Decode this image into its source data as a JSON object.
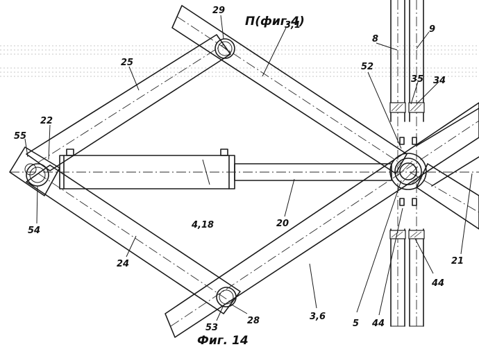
{
  "header": {
    "view_title": "П(фиг.4)"
  },
  "caption": "Фиг. 14",
  "callouts": {
    "c29": "29",
    "c31": "3,1",
    "c8": "8",
    "c9": "9",
    "c25": "25",
    "c52": "52",
    "c35": "35",
    "c34": "34",
    "c22": "22",
    "c55": "55",
    "c54": "54",
    "c418": "4,18",
    "c20": "20",
    "c24": "24",
    "c21": "21",
    "c44a": "44",
    "c36": "3,6",
    "c5": "5",
    "c44b": "44",
    "c53": "53",
    "c28": "28"
  }
}
